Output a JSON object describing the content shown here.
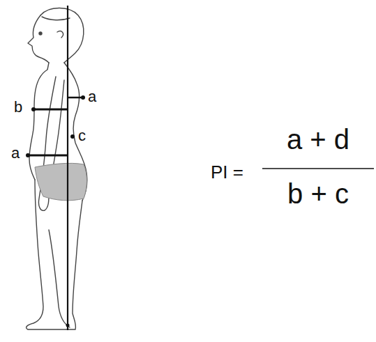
{
  "diagram": {
    "labels": [
      "a",
      "b",
      "c",
      "a",
      "PI =",
      "a + d",
      "b + c"
    ]
  }
}
